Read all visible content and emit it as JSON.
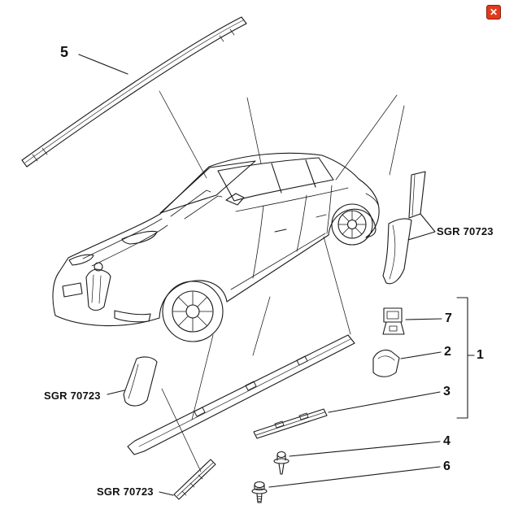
{
  "window": {
    "close_glyph": "✕"
  },
  "callouts": {
    "part5": "5",
    "part7": "7",
    "part2": "2",
    "part1": "1",
    "part3": "3",
    "part4": "4",
    "part6": "6"
  },
  "references": {
    "right": "SGR 70723",
    "left": "SGR 70723",
    "bottom": "SGR 70723"
  },
  "colors": {
    "line": "#1a1a1a",
    "background": "#ffffff",
    "close_background": "#e03a1c",
    "close_border": "#8f1c0c",
    "close_glyph_color": "#ffffff",
    "label_text": "#111111"
  }
}
